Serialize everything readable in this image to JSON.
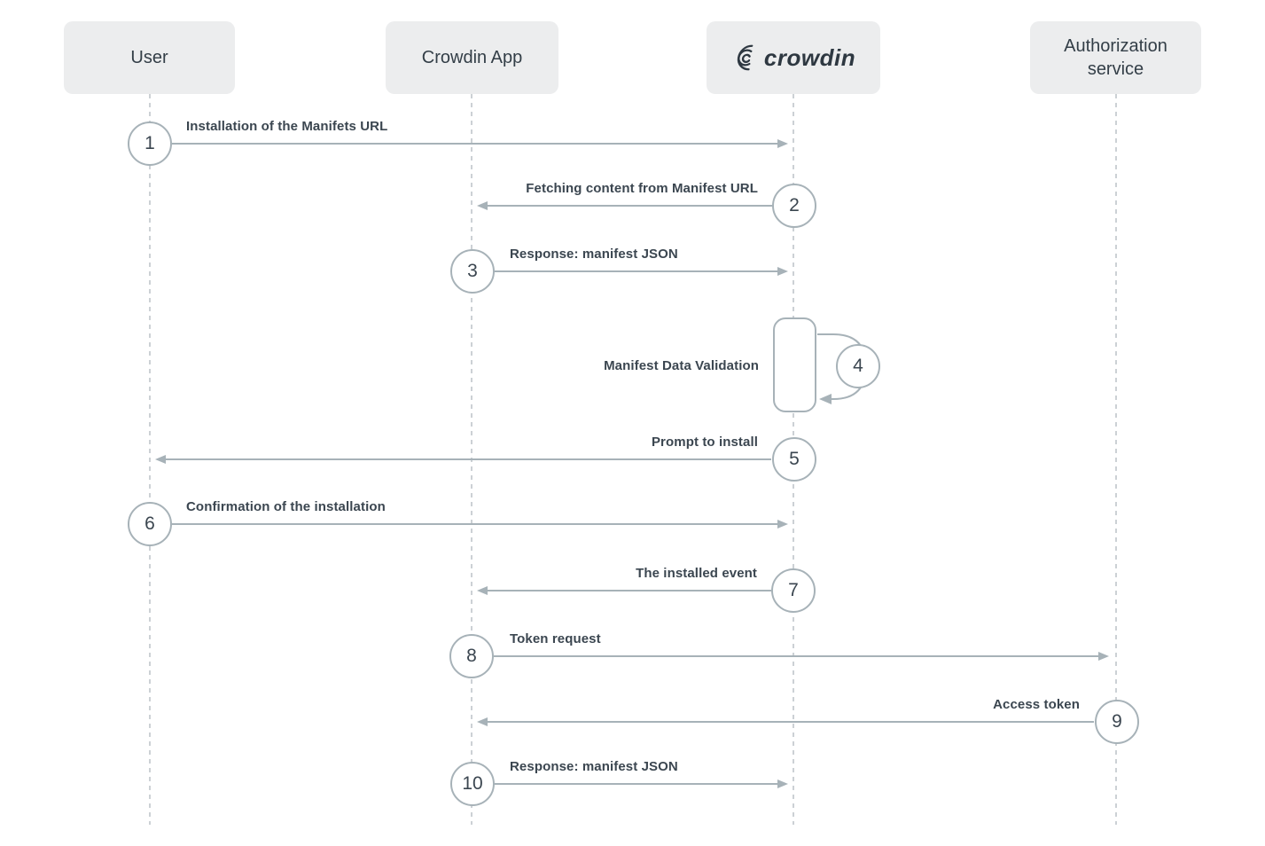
{
  "diagram_type": "sequence-diagram",
  "colors": {
    "background": "#ffffff",
    "actor_box_fill": "#ecedee",
    "actor_text": "#333e47",
    "lifeline_dash": "#ccd1d5",
    "arrow_stroke": "#a7b2b8",
    "circle_fill": "#ffffff",
    "label_text": "#3b4650",
    "logo_text": "#2e3841"
  },
  "actors": [
    {
      "id": "user",
      "label": "User"
    },
    {
      "id": "crowdin-app",
      "label": "Crowdin App"
    },
    {
      "id": "crowdin",
      "label": "crowdin",
      "is_logo": true
    },
    {
      "id": "authorization-service",
      "label": "Authorization service"
    }
  ],
  "messages": [
    {
      "number": "1",
      "label": "Installation of the Manifets URL",
      "from": "user",
      "to": "crowdin"
    },
    {
      "number": "2",
      "label": "Fetching content from Manifest URL",
      "from": "crowdin",
      "to": "crowdin-app"
    },
    {
      "number": "3",
      "label": "Response: manifest JSON",
      "from": "crowdin-app",
      "to": "crowdin"
    },
    {
      "number": "4",
      "label": "Manifest Data Validation",
      "from": "crowdin",
      "to": "crowdin",
      "self_loop": true
    },
    {
      "number": "5",
      "label": "Prompt to install",
      "from": "crowdin",
      "to": "user"
    },
    {
      "number": "6",
      "label": "Confirmation of the installation",
      "from": "user",
      "to": "crowdin"
    },
    {
      "number": "7",
      "label": "The installed event",
      "from": "crowdin",
      "to": "crowdin-app"
    },
    {
      "number": "8",
      "label": "Token request",
      "from": "crowdin-app",
      "to": "authorization-service"
    },
    {
      "number": "9",
      "label": "Access token",
      "from": "authorization-service",
      "to": "crowdin-app"
    },
    {
      "number": "10",
      "label": "Response: manifest JSON",
      "from": "crowdin-app",
      "to": "crowdin"
    }
  ]
}
